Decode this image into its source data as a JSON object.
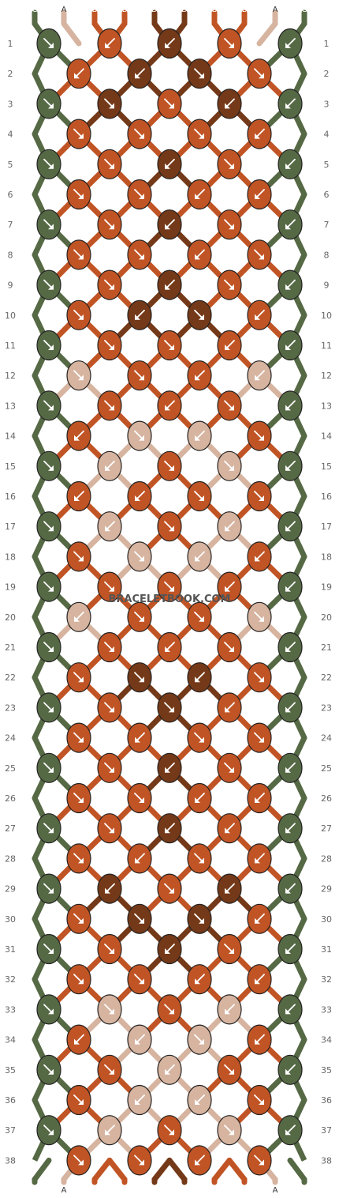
{
  "chart_data": {
    "type": "pattern",
    "rows": 38,
    "strings": [
      "C",
      "A",
      "B",
      "B",
      "D",
      "D",
      "B",
      "B",
      "A",
      "C"
    ],
    "colors": {
      "A": "#d6b4a0",
      "B": "#c15425",
      "C": "#566945",
      "D": "#743918"
    },
    "watermark": "BRACELETBOOK.COM",
    "knots": {
      "odd_columns": [
        62,
        139,
        215,
        291,
        368
      ],
      "even_columns": [
        100,
        177,
        253,
        329
      ],
      "odd_rows": [
        [
          "C",
          "B",
          "D",
          "B",
          "C"
        ],
        [
          "C",
          "D",
          "B",
          "D",
          "C"
        ],
        [
          "C",
          "B",
          "D",
          "B",
          "C"
        ],
        [
          "C",
          "B",
          "D",
          "B",
          "C"
        ],
        [
          "C",
          "B",
          "D",
          "B",
          "C"
        ],
        [
          "C",
          "B",
          "B",
          "B",
          "C"
        ],
        [
          "C",
          "B",
          "B",
          "B",
          "C"
        ],
        [
          "C",
          "A",
          "B",
          "A",
          "C"
        ],
        [
          "C",
          "A",
          "B",
          "A",
          "C"
        ],
        [
          "C",
          "B",
          "B",
          "B",
          "C"
        ],
        [
          "C",
          "B",
          "B",
          "B",
          "C"
        ],
        [
          "C",
          "B",
          "D",
          "B",
          "C"
        ],
        [
          "C",
          "B",
          "D",
          "B",
          "C"
        ],
        [
          "C",
          "B",
          "D",
          "B",
          "C"
        ],
        [
          "C",
          "D",
          "B",
          "D",
          "C"
        ],
        [
          "C",
          "B",
          "D",
          "B",
          "C"
        ],
        [
          "C",
          "A",
          "B",
          "A",
          "C"
        ],
        [
          "C",
          "B",
          "A",
          "B",
          "C"
        ],
        [
          "C",
          "A",
          "B",
          "A",
          "C"
        ]
      ],
      "even_rows": [
        [
          "B",
          "D",
          "D",
          "B"
        ],
        [
          "B",
          "B",
          "B",
          "B"
        ],
        [
          "B",
          "B",
          "B",
          "B"
        ],
        [
          "B",
          "B",
          "B",
          "B"
        ],
        [
          "B",
          "D",
          "D",
          "B"
        ],
        [
          "A",
          "B",
          "B",
          "A"
        ],
        [
          "B",
          "A",
          "A",
          "B"
        ],
        [
          "B",
          "B",
          "B",
          "B"
        ],
        [
          "B",
          "A",
          "A",
          "B"
        ],
        [
          "A",
          "B",
          "B",
          "A"
        ],
        [
          "B",
          "D",
          "D",
          "B"
        ],
        [
          "B",
          "B",
          "B",
          "B"
        ],
        [
          "B",
          "B",
          "B",
          "B"
        ],
        [
          "B",
          "B",
          "B",
          "B"
        ],
        [
          "B",
          "D",
          "D",
          "B"
        ],
        [
          "B",
          "B",
          "B",
          "B"
        ],
        [
          "B",
          "A",
          "A",
          "B"
        ],
        [
          "B",
          "A",
          "A",
          "B"
        ],
        [
          "B",
          "B",
          "B",
          "B"
        ]
      ],
      "odd_dirs": [
        [
          "f",
          "b",
          "b",
          "f",
          "b"
        ],
        [
          "f",
          "f",
          "f",
          "b",
          "b"
        ],
        [
          "f",
          "f",
          "b",
          "f",
          "b"
        ],
        [
          "f",
          "f",
          "b",
          "f",
          "b"
        ],
        [
          "f",
          "f",
          "b",
          "f",
          "b"
        ],
        [
          "f",
          "f",
          "f",
          "b",
          "b"
        ],
        [
          "f",
          "f",
          "b",
          "f",
          "b"
        ],
        [
          "f",
          "b",
          "f",
          "f",
          "b"
        ],
        [
          "f",
          "b",
          "f",
          "b",
          "b"
        ],
        [
          "f",
          "f",
          "f",
          "b",
          "b"
        ],
        [
          "f",
          "f",
          "b",
          "f",
          "b"
        ],
        [
          "f",
          "f",
          "f",
          "b",
          "b"
        ],
        [
          "f",
          "f",
          "b",
          "f",
          "b"
        ],
        [
          "f",
          "f",
          "b",
          "b",
          "b"
        ],
        [
          "f",
          "b",
          "f",
          "b",
          "b"
        ],
        [
          "f",
          "f",
          "b",
          "f",
          "b"
        ],
        [
          "f",
          "f",
          "f",
          "b",
          "b"
        ],
        [
          "f",
          "f",
          "b",
          "f",
          "b"
        ],
        [
          "f",
          "b",
          "f",
          "f",
          "b"
        ]
      ],
      "even_dirs": [
        [
          "b",
          "b",
          "f",
          "f"
        ],
        [
          "f",
          "f",
          "f",
          "b"
        ],
        [
          "f",
          "f",
          "b",
          "b"
        ],
        [
          "f",
          "f",
          "b",
          "f"
        ],
        [
          "f",
          "b",
          "f",
          "b"
        ],
        [
          "f",
          "f",
          "b",
          "b"
        ],
        [
          "b",
          "f",
          "b",
          "f"
        ],
        [
          "b",
          "b",
          "f",
          "f"
        ],
        [
          "f",
          "f",
          "b",
          "b"
        ],
        [
          "b",
          "f",
          "f",
          "f"
        ],
        [
          "f",
          "f",
          "b",
          "f"
        ],
        [
          "f",
          "b",
          "f",
          "f"
        ],
        [
          "f",
          "f",
          "b",
          "b"
        ],
        [
          "f",
          "b",
          "f",
          "b"
        ],
        [
          "f",
          "f",
          "f",
          "b"
        ],
        [
          "f",
          "f",
          "b",
          "b"
        ],
        [
          "b",
          "b",
          "f",
          "b"
        ],
        [
          "f",
          "b",
          "b",
          "f"
        ],
        [
          "f",
          "f",
          "b",
          "f"
        ]
      ]
    }
  }
}
